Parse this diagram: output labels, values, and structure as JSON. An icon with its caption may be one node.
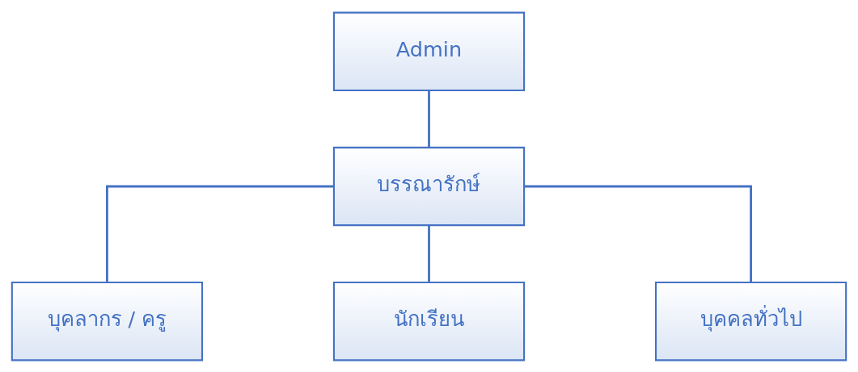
{
  "diagram": {
    "nodes": [
      {
        "text": [
          "Admin"
        ]
      },
      {
        "text": [
          "บรรณารักษ์"
        ]
      },
      {
        "text": [
          "บุคลากร / ครู"
        ]
      },
      {
        "text": [
          "นักเรียน"
        ]
      },
      {
        "text": [
          "บุคคลทั่วไป"
        ]
      }
    ],
    "edges": [
      {
        "from": 0,
        "to": 1,
        "arrow": "none"
      },
      {
        "from": 1,
        "to": 2,
        "arrow": "none"
      },
      {
        "from": 1,
        "to": 3,
        "arrow": "none"
      },
      {
        "from": 1,
        "to": 4,
        "arrow": "none"
      }
    ]
  }
}
